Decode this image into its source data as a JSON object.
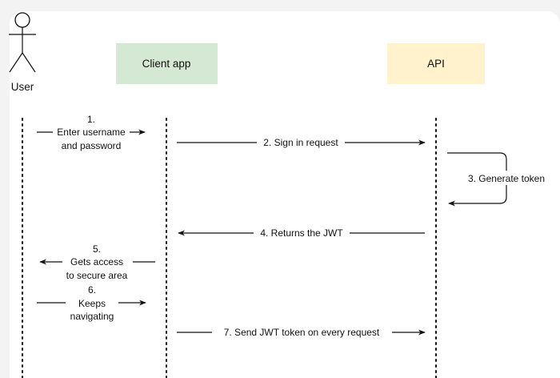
{
  "actors": {
    "user": "User",
    "client": "Client app",
    "api": "API"
  },
  "colors": {
    "client_fill": "#d5e8d4",
    "api_fill": "#fff2cc",
    "line": "#111111",
    "background": "#ffffff"
  },
  "messages": {
    "m1_num": "1.",
    "m1_line1": "Enter username",
    "m1_line2": "and password",
    "m2": "2. Sign in request",
    "m3": "3. Generate token",
    "m4": "4. Returns the JWT",
    "m5_num": "5.",
    "m5_line1": "Gets access",
    "m5_line2": "to secure area",
    "m6_num": "6.",
    "m6_line1": "Keeps",
    "m6_line2": "navigating",
    "m7": "7. Send JWT token on every request"
  }
}
